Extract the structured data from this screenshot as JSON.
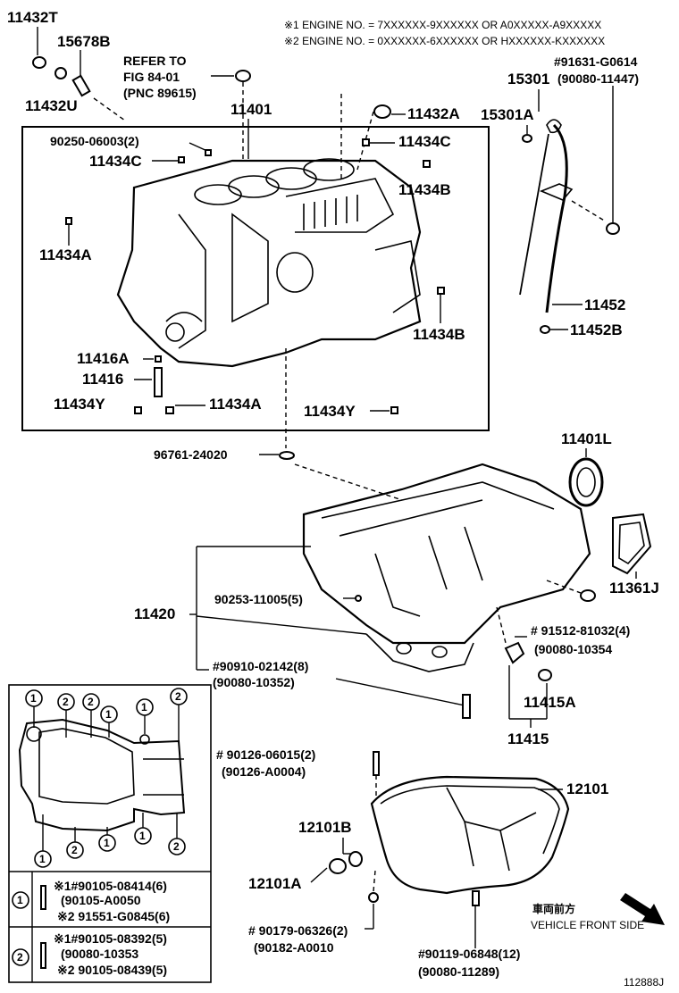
{
  "notes": {
    "engine_note_1": "※1 ENGINE NO. = 7XXXXXX-9XXXXXX OR A0XXXXX-A9XXXXX",
    "engine_note_2": "※2 ENGINE NO. = 0XXXXXX-6XXXXXX OR HXXXXXX-KXXXXXX",
    "refer_line1": "REFER TO",
    "refer_line2": "FIG 84-01",
    "refer_line3": "(PNC 89615)",
    "front_jp": "車両前方",
    "front_en": "VEHICLE FRONT SIDE",
    "code": "112888J"
  },
  "parts": {
    "p11432T": "11432T",
    "p15678B": "15678B",
    "p11432U": "11432U",
    "p11401": "11401",
    "p11432A": "11432A",
    "p15301": "15301",
    "p15301A": "15301A",
    "p91631": "#91631-G0614",
    "p90080_11447": "(90080-11447)",
    "p90250": "90250-06003(2)",
    "p11434C_a": "11434C",
    "p11434C_b": "11434C",
    "p11434B_a": "11434B",
    "p11434A_a": "11434A",
    "p11452": "11452",
    "p11452B": "11452B",
    "p11434B_b": "11434B",
    "p11416A": "11416A",
    "p11416": "11416",
    "p11434Y_a": "11434Y",
    "p11434A_b": "11434A",
    "p11434Y_b": "11434Y",
    "p96761": "96761-24020",
    "p11401L": "11401L",
    "p11361J": "11361J",
    "p11420": "11420",
    "p90253": "90253-11005(5)",
    "p91512": "# 91512-81032(4)",
    "p90080_10354": "(90080-10354",
    "p90910": "#90910-02142(8)",
    "p90080_10352": "(90080-10352)",
    "p11415A": "11415A",
    "p11415": "11415",
    "p90126": "# 90126-06015(2)",
    "p90126_A0004": "(90126-A0004)",
    "p12101": "12101",
    "p12101B": "12101B",
    "p12101A": "12101A",
    "p90179": "# 90179-06326(2)",
    "p90182": "(90182-A0010",
    "p90119": "#90119-06848(12)",
    "p90080_11289": "(90080-11289)"
  },
  "legend": {
    "markers": [
      "1",
      "2",
      "2",
      "1",
      "1",
      "2",
      "1",
      "1",
      "2",
      "2",
      "1",
      "1",
      "2"
    ],
    "row1_num": "1",
    "row1_line1": "※1#90105-08414(6)",
    "row1_line2": "(90105-A0050",
    "row1_line3": "※2 91551-G0845(6)",
    "row2_num": "2",
    "row2_line1": "※1#90105-08392(5)",
    "row2_line2": "(90080-10353",
    "row2_line3": "※2 90105-08439(5)"
  }
}
